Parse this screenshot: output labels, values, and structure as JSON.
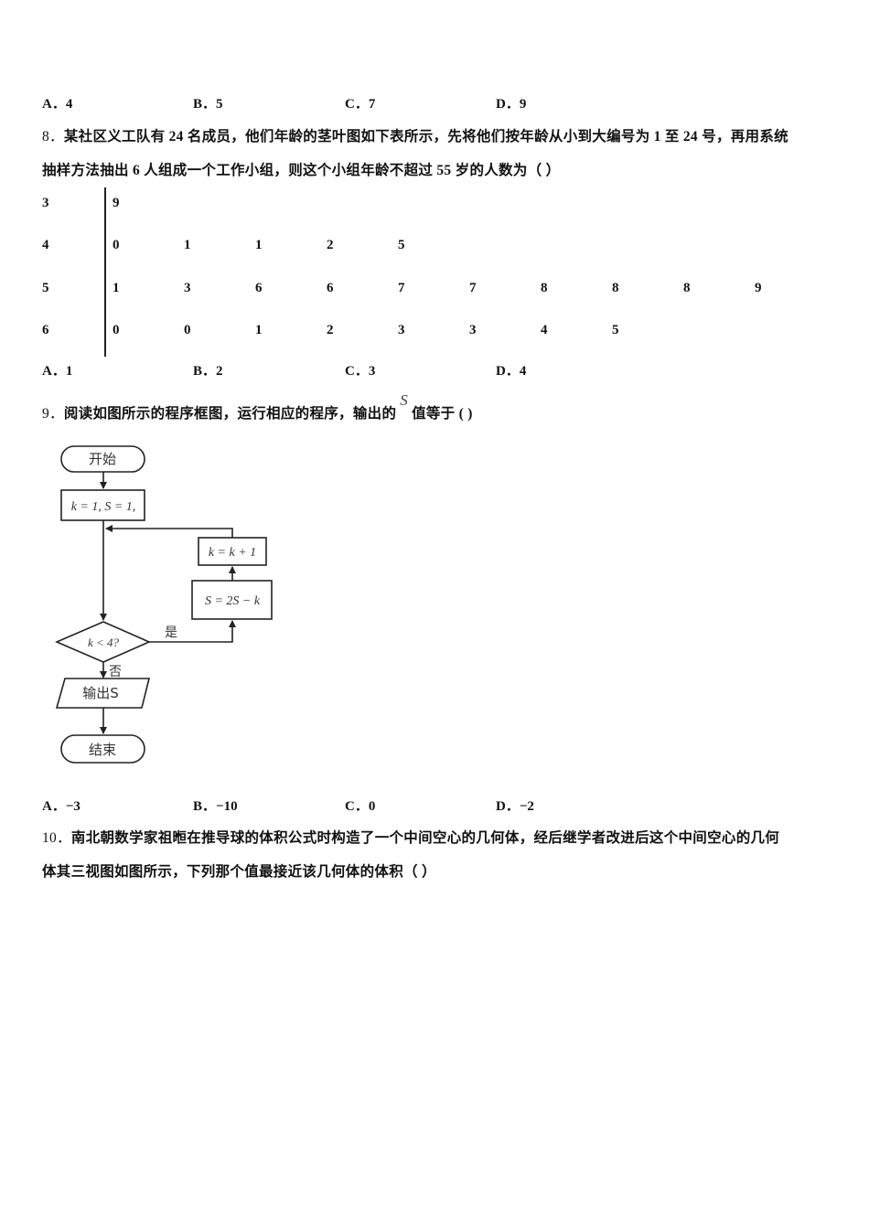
{
  "q7": {
    "options": [
      {
        "letter": "A．",
        "value": "4"
      },
      {
        "letter": "B．",
        "value": "5"
      },
      {
        "letter": "C．",
        "value": "7"
      },
      {
        "letter": "D．",
        "value": "9"
      }
    ]
  },
  "q8": {
    "number": "8．",
    "line1": "某社区义工队有 24 名成员，他们年龄的茎叶图如下表所示，先将他们按年龄从小到大编号为 1 至 24 号，再用系统",
    "line2": "抽样方法抽出 6 人组成一个工作小组，则这个小组年龄不超过 55 岁的人数为（    ）",
    "stem_leaf": [
      {
        "stem": "3",
        "leaves": [
          "9"
        ]
      },
      {
        "stem": "4",
        "leaves": [
          "0",
          "1",
          "1",
          "2",
          "5"
        ]
      },
      {
        "stem": "5",
        "leaves": [
          "1",
          "3",
          "6",
          "6",
          "7",
          "7",
          "8",
          "8",
          "8",
          "9"
        ]
      },
      {
        "stem": "6",
        "leaves": [
          "0",
          "0",
          "1",
          "2",
          "3",
          "3",
          "4",
          "5"
        ]
      }
    ],
    "options": [
      {
        "letter": "A．",
        "value": "1"
      },
      {
        "letter": "B．",
        "value": "2"
      },
      {
        "letter": "C．",
        "value": "3"
      },
      {
        "letter": "D．",
        "value": "4"
      }
    ]
  },
  "q9": {
    "number": "9．",
    "text_before": "阅读如图所示的程序框图，运行相应的程序，输出的",
    "var": "S",
    "text_after": "值等于 (       )",
    "flowchart": {
      "start": "开始",
      "init": "k = 1, S = 1,",
      "update_k": "k = k + 1",
      "update_s": "S = 2S − k",
      "condition": "k < 4?",
      "yes": "是",
      "no": "否",
      "output": "输出S",
      "end": "结束"
    },
    "options": [
      {
        "letter": "A．",
        "value": "−3"
      },
      {
        "letter": "B．",
        "value": "−10"
      },
      {
        "letter": "C．",
        "value": "0"
      },
      {
        "letter": "D．",
        "value": "−2"
      }
    ]
  },
  "q10": {
    "number": "10．",
    "line1": "南北朝数学家祖暅在推导球的体积公式时构造了一个中间空心的几何体，经后继学者改进后这个中间空心的几何",
    "line2": "体其三视图如图所示，下列那个值最接近该几何体的体积（    ）"
  }
}
